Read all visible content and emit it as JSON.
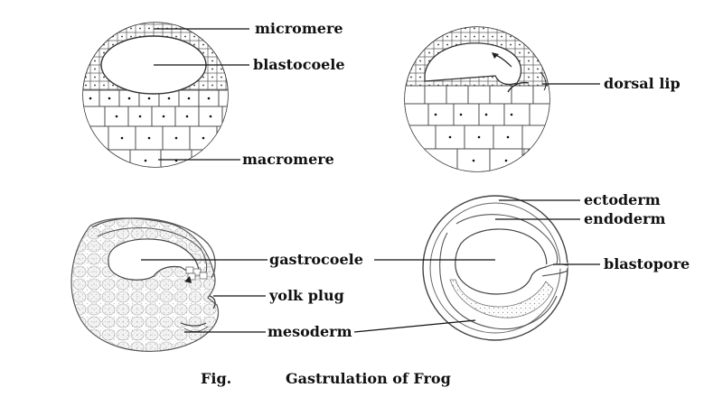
{
  "labels": {
    "micromere": "micromere",
    "blastocoele": "blastocoele",
    "macromere": "macromere",
    "dorsal_lip": "dorsal lip",
    "ectoderm": "ectoderm",
    "endoderm": "endoderm",
    "gastrocoele": "gastrocoele",
    "blastopore": "blastopore",
    "yolk_plug": "yolk plug",
    "mesoderm": "mesoderm"
  },
  "caption": {
    "prefix": "Fig.",
    "title": "Gastrulation of Frog"
  },
  "colors": {
    "ink": "#111111",
    "outline": "#333333",
    "stipple": "#9a9a9a"
  }
}
